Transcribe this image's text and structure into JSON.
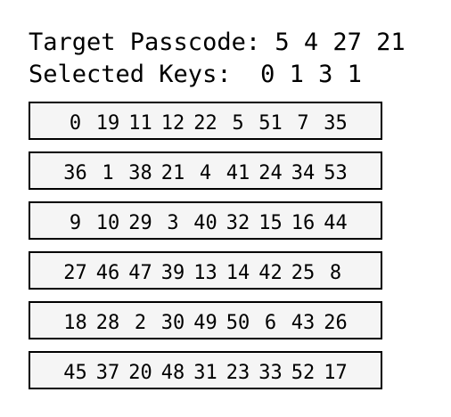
{
  "header": {
    "target_label": "Target Passcode:",
    "target_code": "5 4 27 21",
    "selected_label": "Selected Keys:",
    "selected_keys": "0 1 3 1"
  },
  "keypad": {
    "rows": [
      [
        "0",
        "19",
        "11",
        "12",
        "22",
        "5",
        "51",
        "7",
        "35"
      ],
      [
        "36",
        "1",
        "38",
        "21",
        "4",
        "41",
        "24",
        "34",
        "53"
      ],
      [
        "9",
        "10",
        "29",
        "3",
        "40",
        "32",
        "15",
        "16",
        "44"
      ],
      [
        "27",
        "46",
        "47",
        "39",
        "13",
        "14",
        "42",
        "25",
        "8"
      ],
      [
        "18",
        "28",
        "2",
        "30",
        "49",
        "50",
        "6",
        "43",
        "26"
      ],
      [
        "45",
        "37",
        "20",
        "48",
        "31",
        "23",
        "33",
        "52",
        "17"
      ]
    ]
  }
}
